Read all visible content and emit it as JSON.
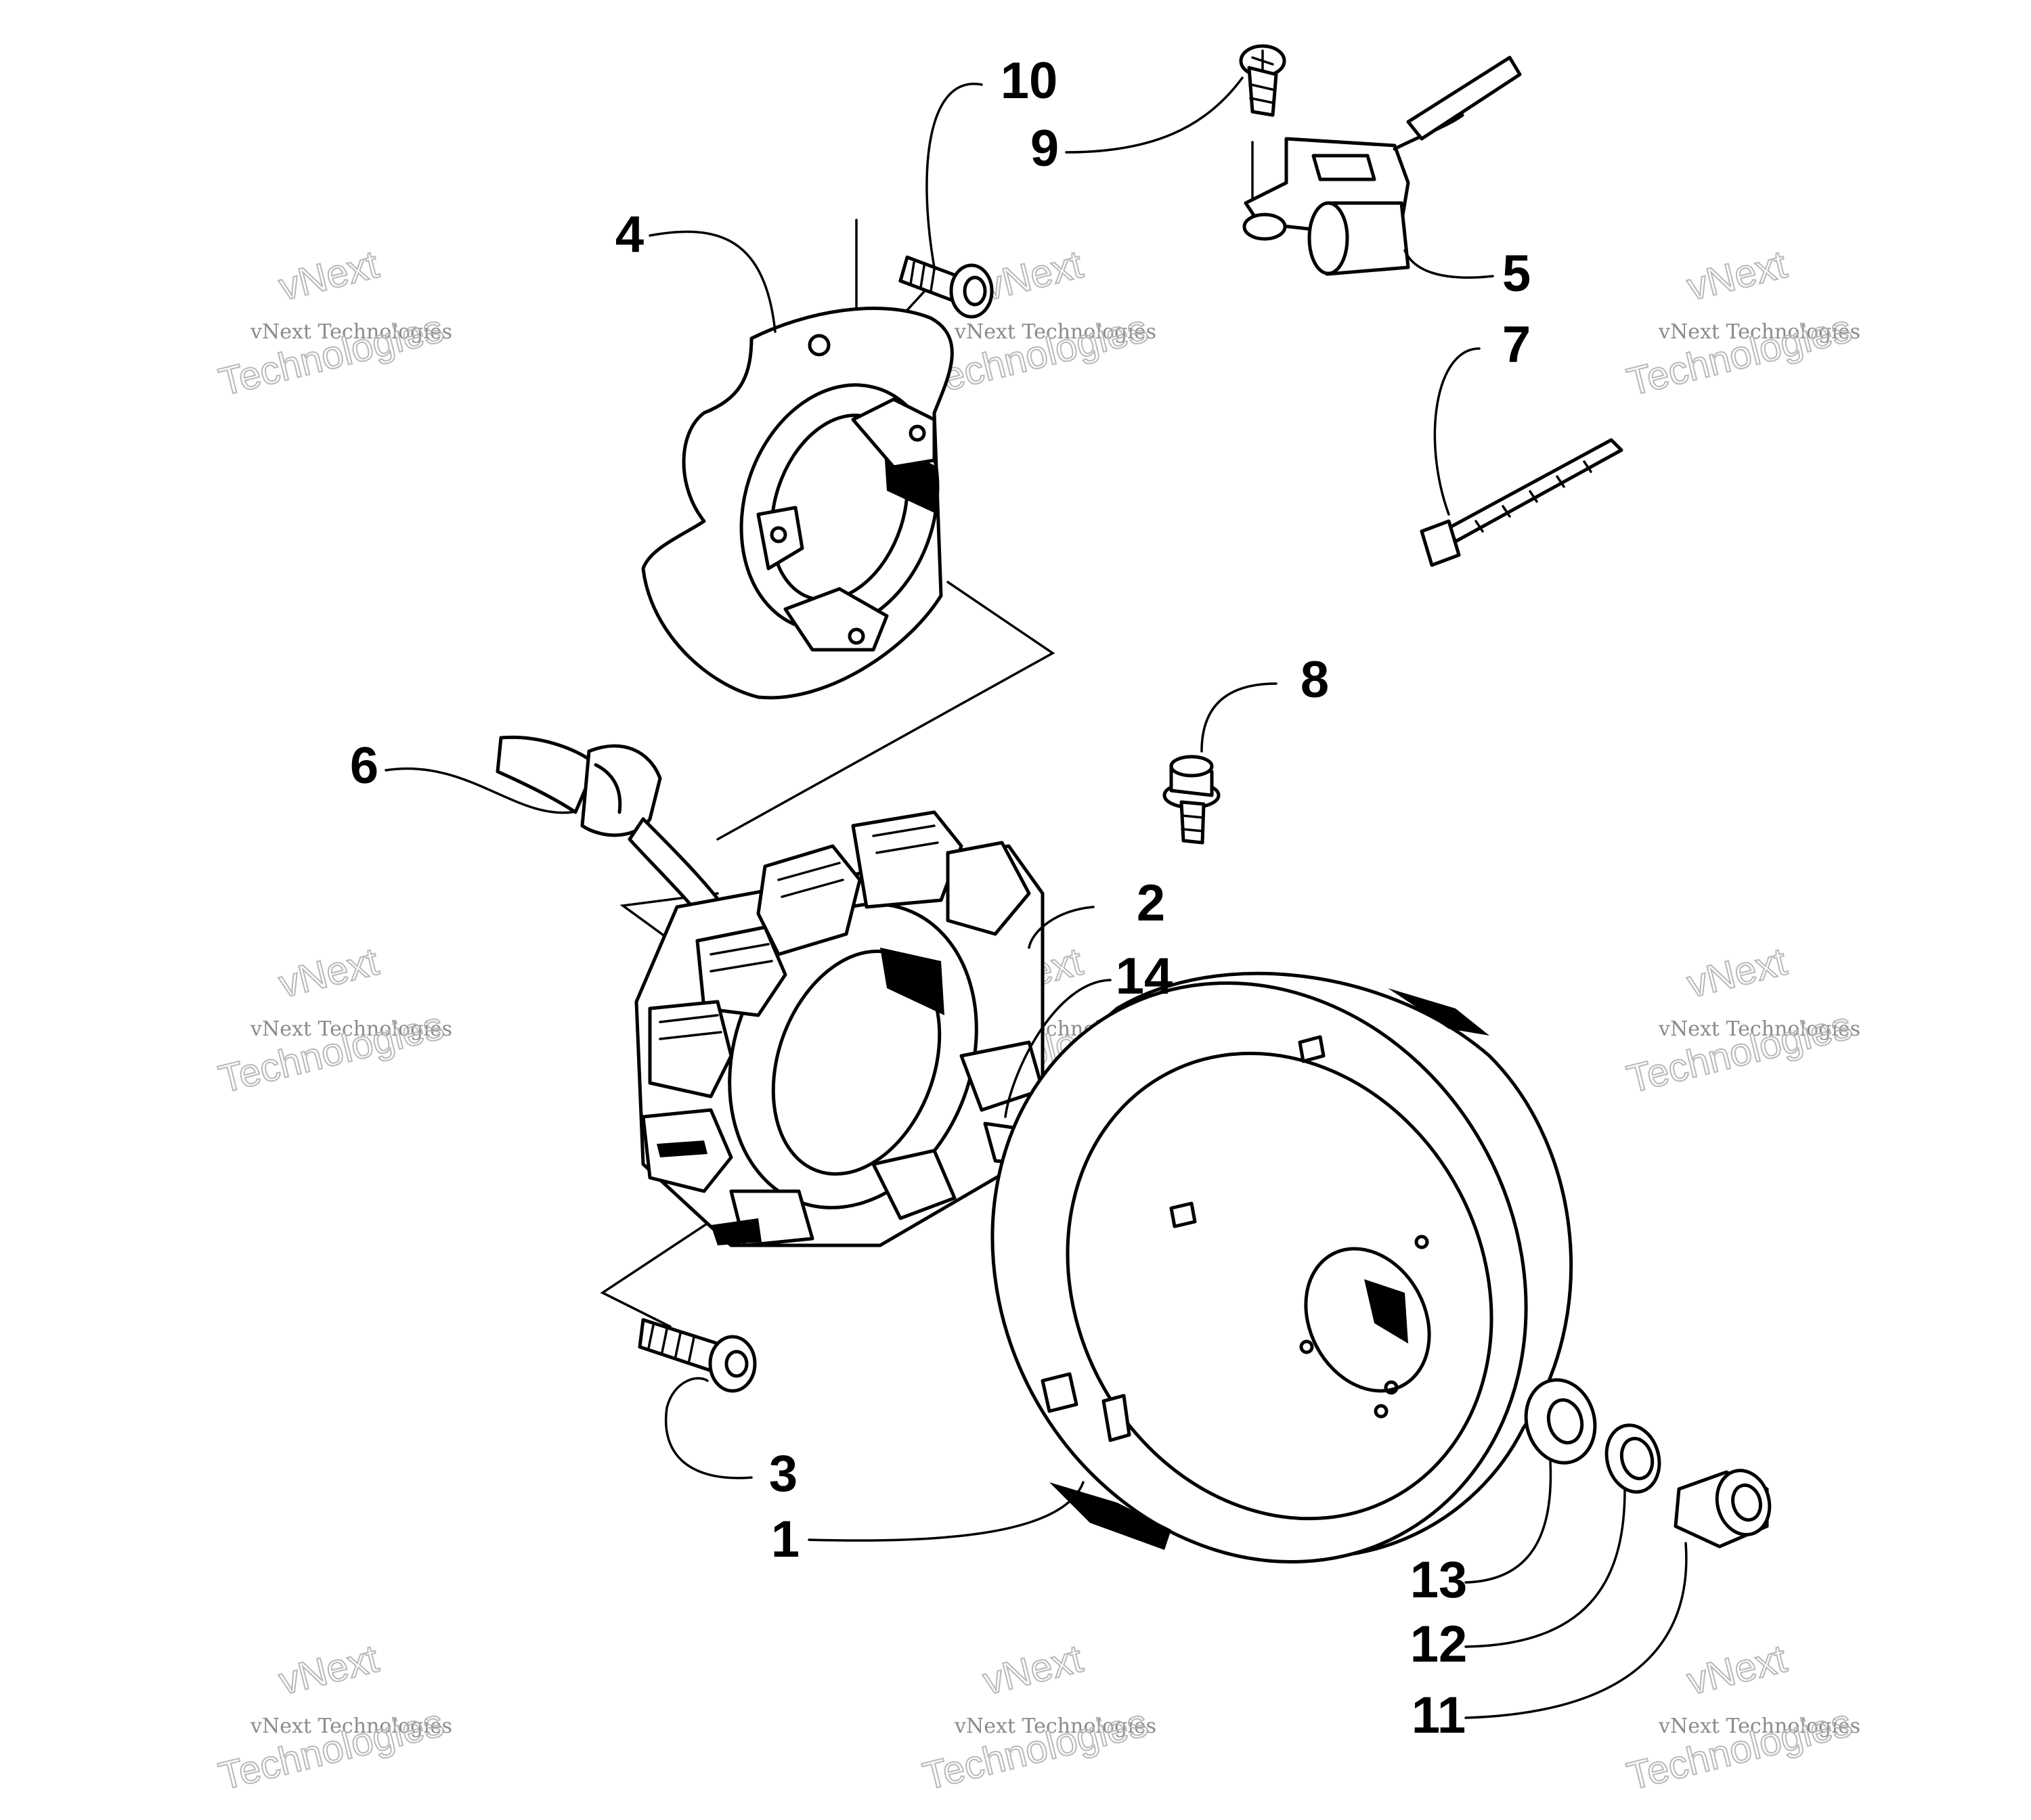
{
  "diagram": {
    "callouts": [
      "1",
      "2",
      "3",
      "4",
      "5",
      "6",
      "7",
      "8",
      "9",
      "10",
      "11",
      "12",
      "13",
      "14"
    ],
    "watermark": {
      "small": "vNext Technologies",
      "large_top": "vNext",
      "large_bottom": "Technologies"
    },
    "colors": {
      "ink": "#000000",
      "paper": "#ffffff",
      "watermark": "#b8b8b8"
    }
  }
}
